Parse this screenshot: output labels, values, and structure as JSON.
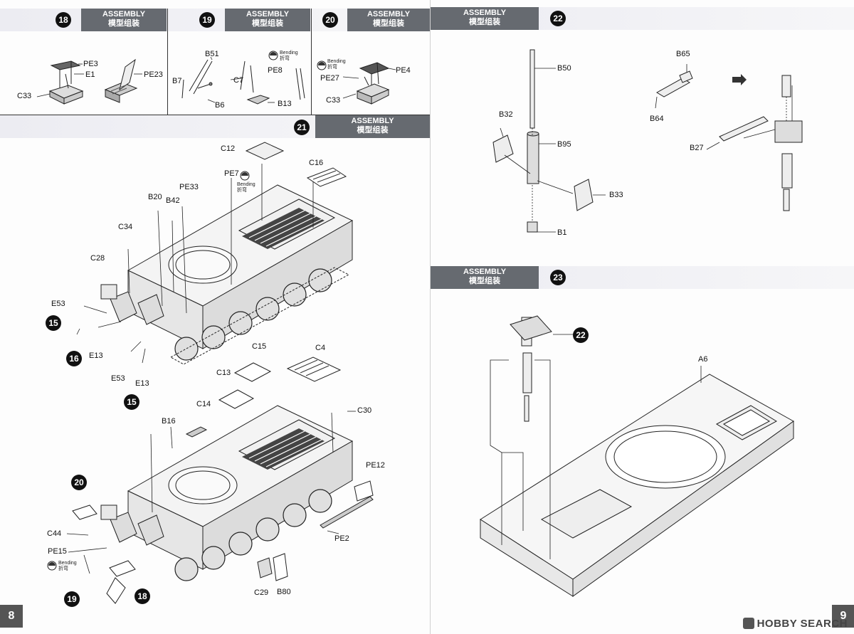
{
  "left_page": {
    "page_number": "8",
    "step18": {
      "number": "18",
      "title_en": "ASSEMBLY",
      "title_cn": "模型组装",
      "parts": [
        "PE3",
        "E1",
        "C33",
        "PE23"
      ]
    },
    "step19": {
      "number": "19",
      "title_en": "ASSEMBLY",
      "title_cn": "模型组装",
      "parts": [
        "B51",
        "B7",
        "B6",
        "C7",
        "PE8",
        "B13"
      ],
      "bending_en": "Bending",
      "bending_cn": "折弯"
    },
    "step20": {
      "number": "20",
      "title_en": "ASSEMBLY",
      "title_cn": "模型组装",
      "parts": [
        "PE4",
        "PE27",
        "C33"
      ],
      "bending_en": "Bending",
      "bending_cn": "折弯"
    },
    "step21": {
      "number": "21",
      "title_en": "ASSEMBLY",
      "title_cn": "模型组装",
      "bending_en": "Bending",
      "bending_cn": "折弯",
      "upper_parts": [
        "C12",
        "PE7",
        "C16",
        "B20",
        "PE33",
        "B42",
        "C34",
        "C28",
        "E53",
        "E13",
        "E53",
        "E13"
      ],
      "upper_refs": [
        "15",
        "16",
        "15"
      ],
      "lower_parts": [
        "C15",
        "C4",
        "C13",
        "C14",
        "C30",
        "B16",
        "PE12",
        "C44",
        "PE15",
        "PE2",
        "C29",
        "B80"
      ],
      "lower_refs": [
        "20",
        "19",
        "18"
      ]
    }
  },
  "right_page": {
    "page_number": "9",
    "step22": {
      "number": "22",
      "title_en": "ASSEMBLY",
      "title_cn": "模型组装",
      "parts": [
        "B50",
        "B32",
        "B95",
        "B33",
        "B1",
        "B65",
        "B64",
        "B27"
      ]
    },
    "step23": {
      "number": "23",
      "title_en": "ASSEMBLY",
      "title_cn": "模型组装",
      "parts": [
        "A6"
      ],
      "refs": [
        "22"
      ]
    }
  },
  "watermark": "HOBBY SEARCH"
}
